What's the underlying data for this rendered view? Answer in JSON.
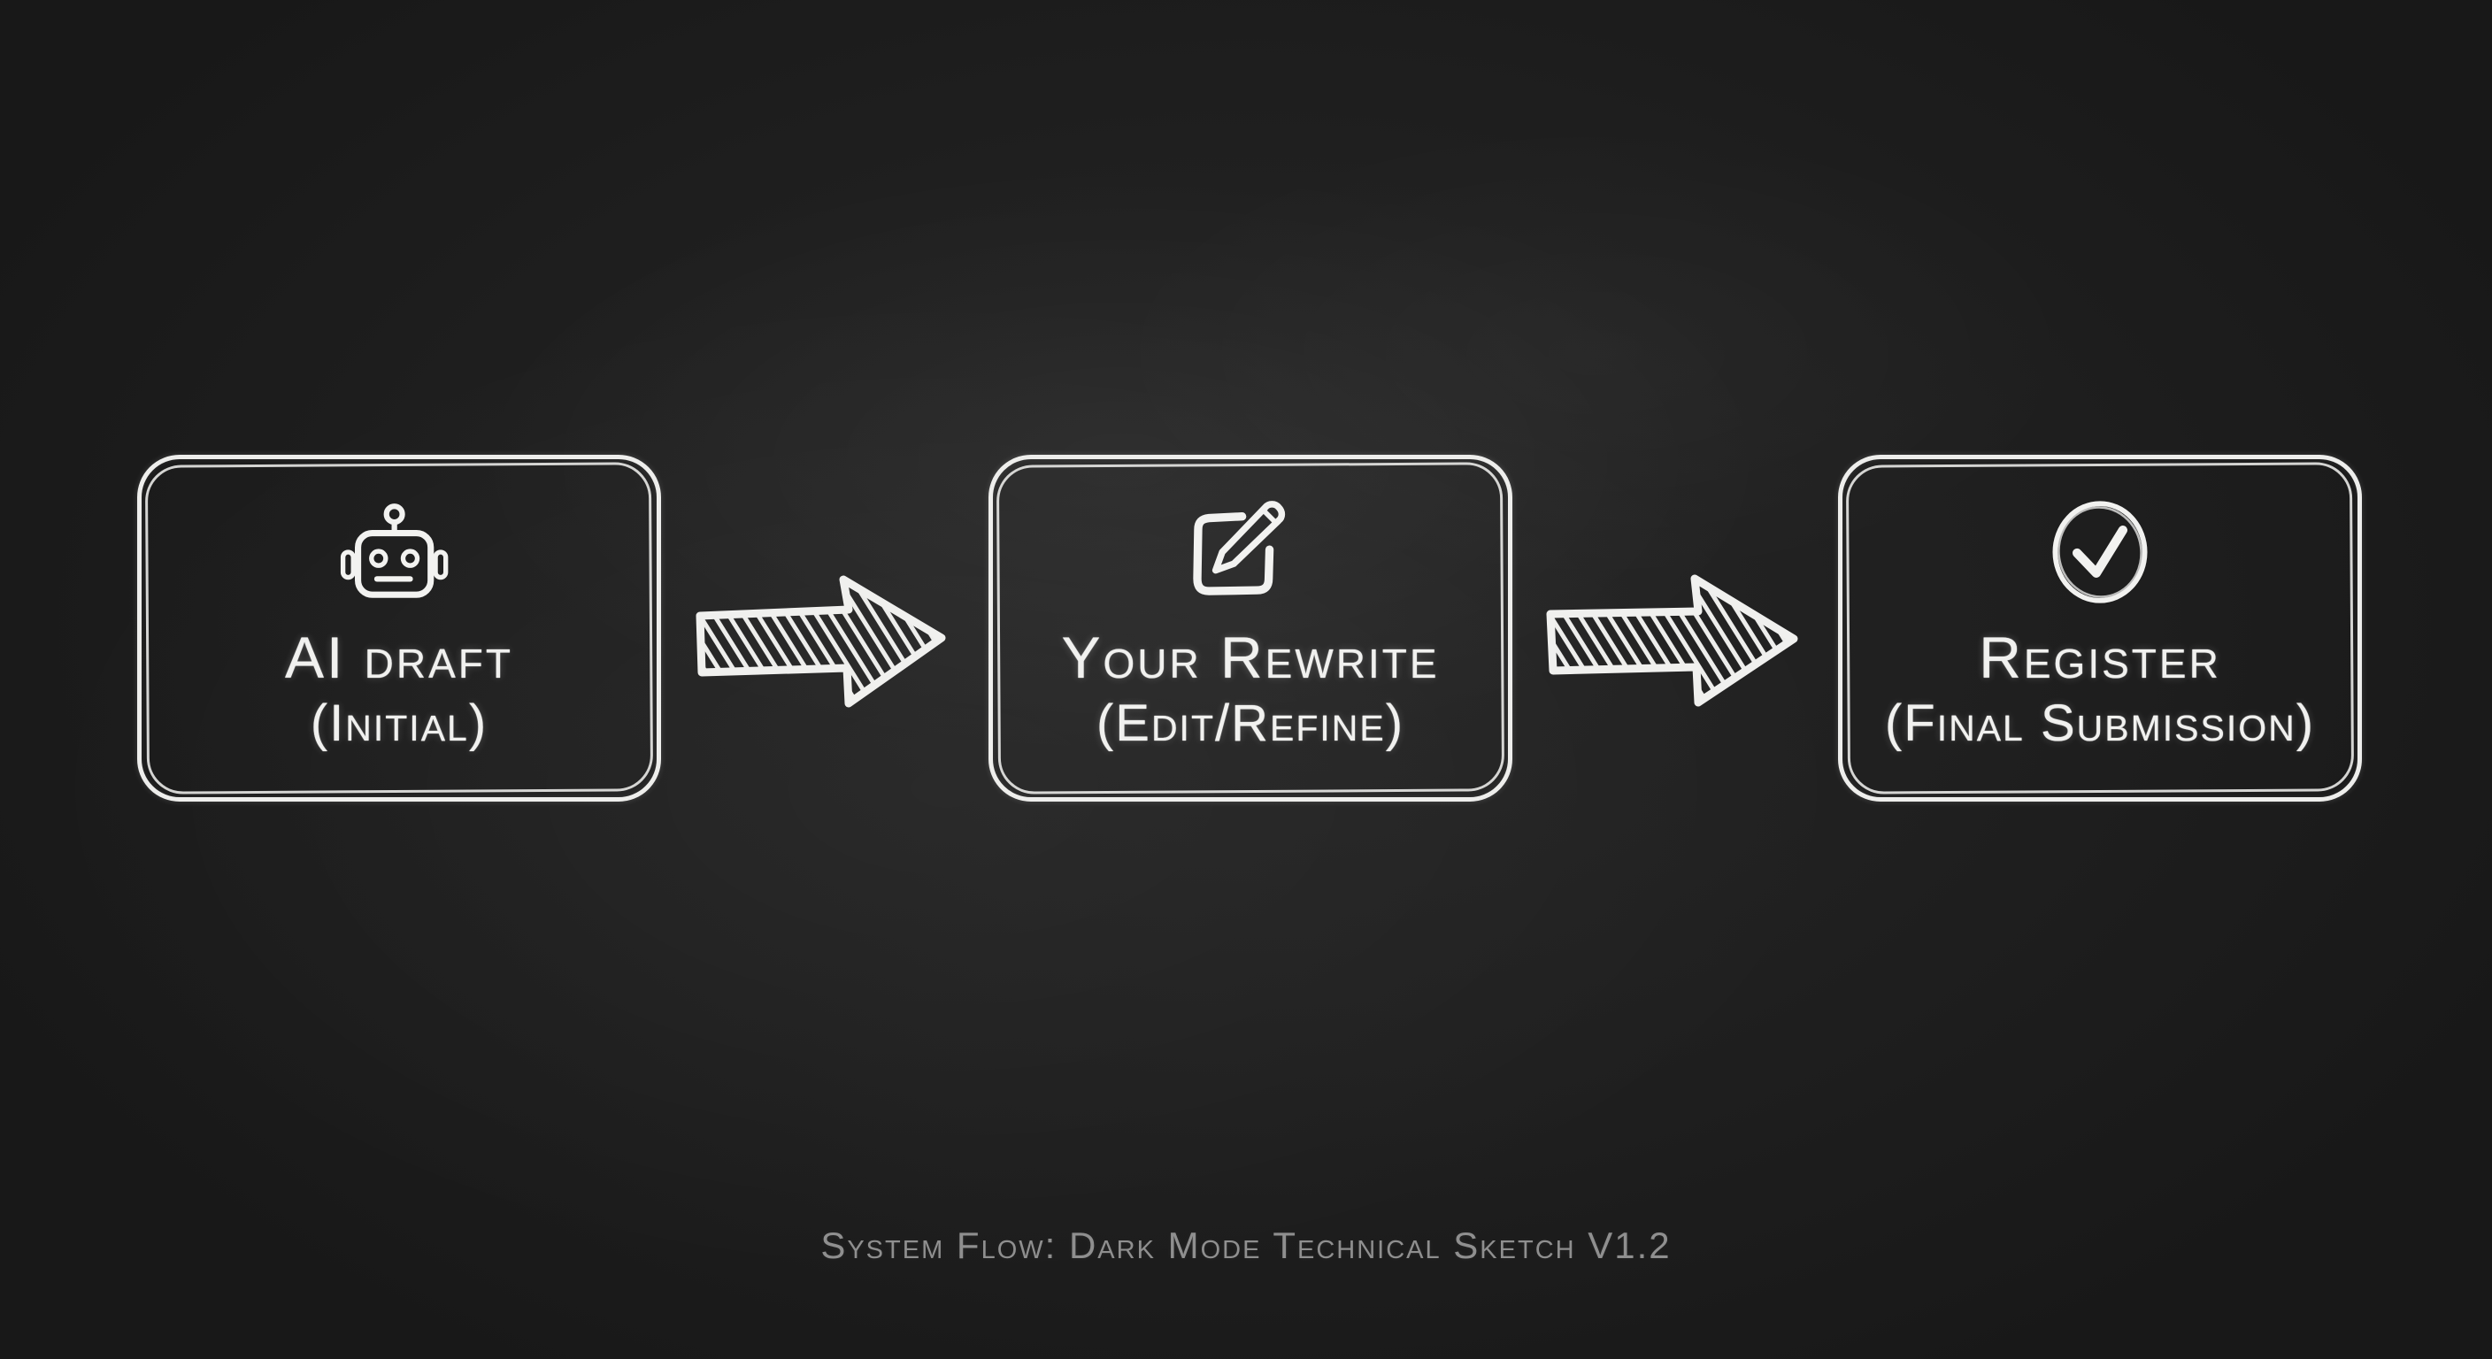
{
  "canvas": {
    "style": "chalkboard-sketch",
    "background_color": "#1f1f1f",
    "chalk_color": "#f1f1ef",
    "caption_color": "#8f8f8f"
  },
  "flow": {
    "boxes": [
      {
        "icon": "robot-icon",
        "title": "AI draft",
        "subtitle": "(Initial)"
      },
      {
        "icon": "pen-square-icon",
        "title": "Your Rewrite",
        "subtitle": "(Edit/Refine)"
      },
      {
        "icon": "check-circle-icon",
        "title": "Register",
        "subtitle": "(Final Submission)"
      }
    ],
    "connectors": [
      {
        "icon": "arrow-right-icon",
        "from_box": 0,
        "to_box": 1
      },
      {
        "icon": "arrow-right-icon",
        "from_box": 1,
        "to_box": 2
      }
    ]
  },
  "caption": "System Flow: Dark Mode Technical Sketch V1.2"
}
